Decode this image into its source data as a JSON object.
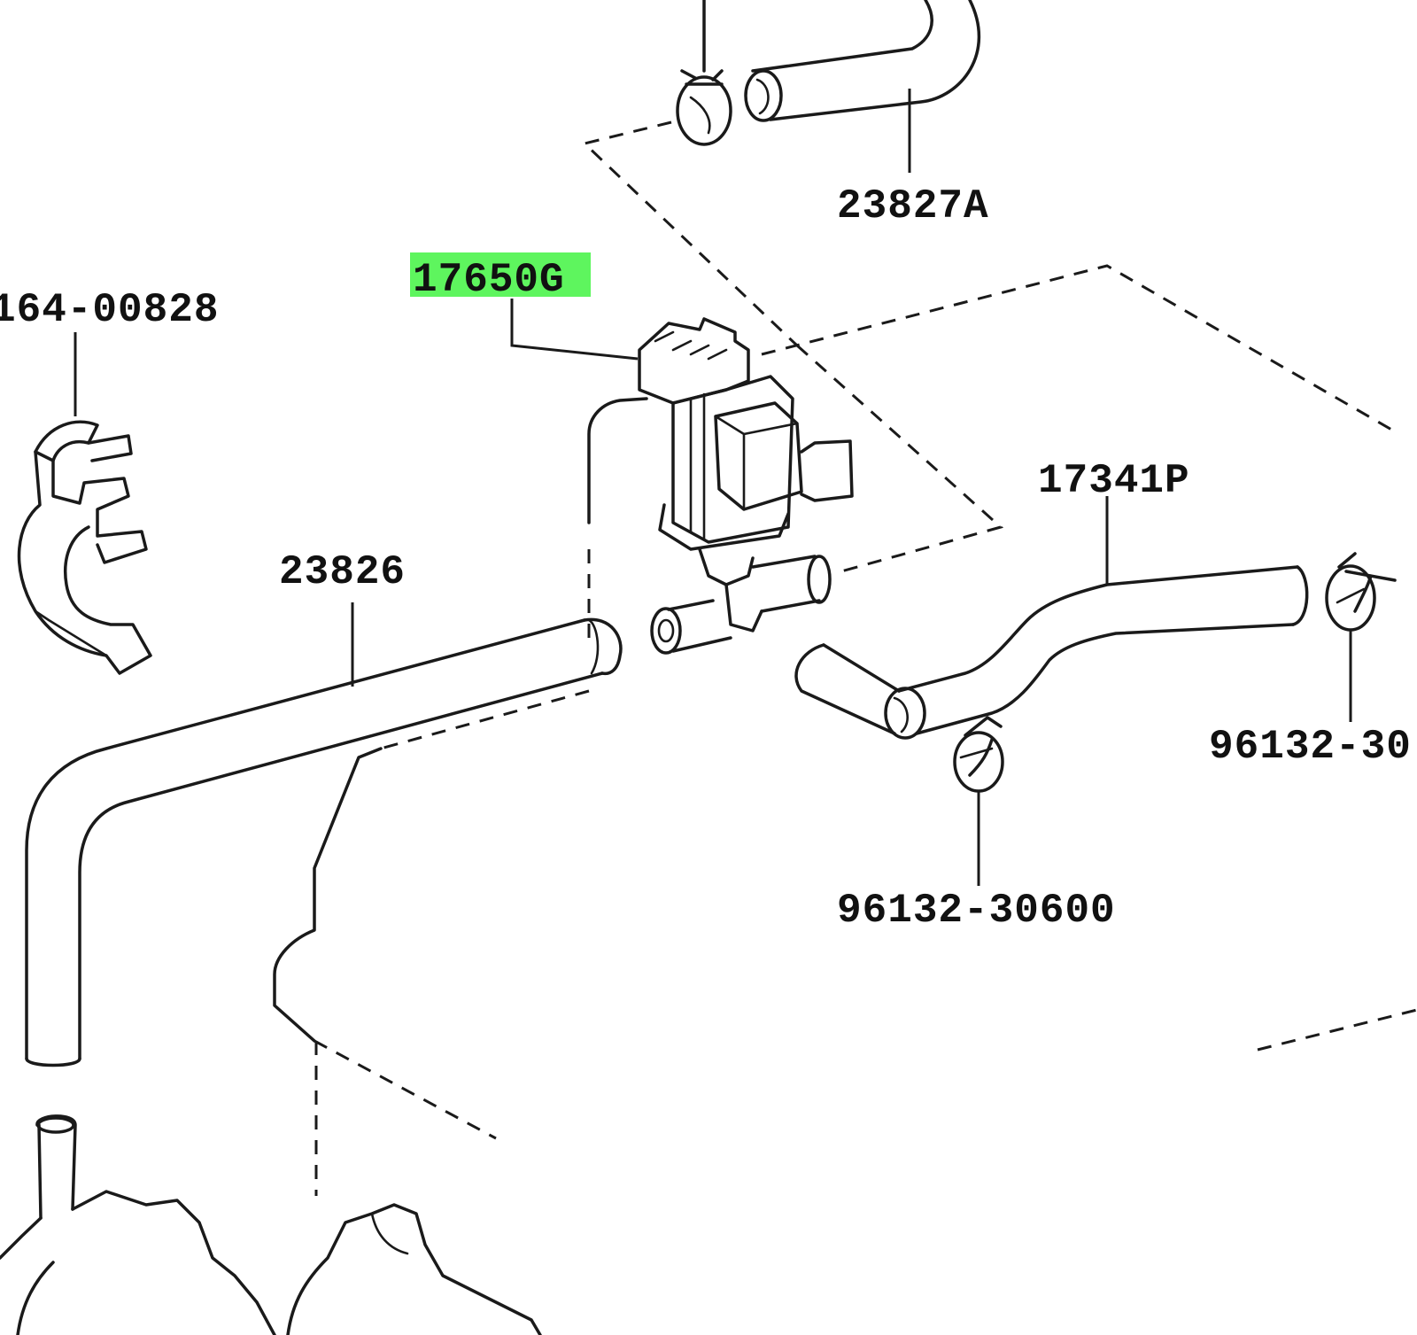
{
  "labels": {
    "hose_upper": "23827A",
    "vsv": "17650G",
    "clamp_left": "164-00828",
    "hose_lower": "23826",
    "hose_right": "17341P",
    "clamp_right": "96132-30",
    "clamp_bottom": "96132-30600"
  },
  "highlight_color": "#5ef55e",
  "line_color": "#1a1a1a"
}
